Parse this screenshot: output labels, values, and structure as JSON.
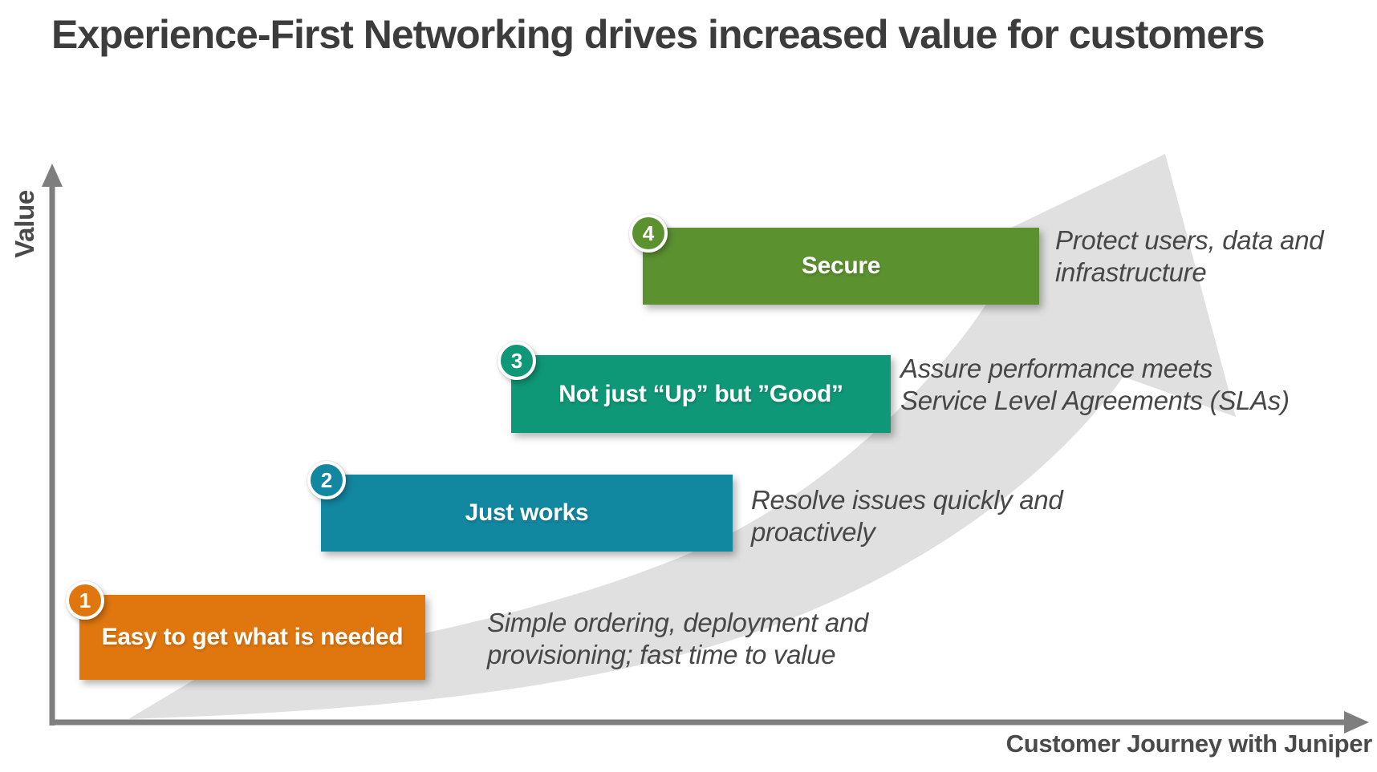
{
  "title": "Experience-First Networking drives increased value for customers",
  "y_axis": {
    "label": "Value"
  },
  "x_axis": {
    "label": "Customer Journey with Juniper"
  },
  "steps": [
    {
      "number": "1",
      "label": "Easy to get what is needed",
      "description": "Simple ordering, deployment and\nprovisioning; fast time to value",
      "color": "#E0770E"
    },
    {
      "number": "2",
      "label": "Just works",
      "description": "Resolve issues quickly and\nproactively",
      "color": "#1287A0"
    },
    {
      "number": "3",
      "label": "Not just “Up” but ”Good”",
      "description": "Assure performance meets\nService Level Agreements (SLAs)",
      "color": "#0F9877"
    },
    {
      "number": "4",
      "label": "Secure",
      "description": "Protect users, data and\ninfrastructure",
      "color": "#5C9130"
    }
  ],
  "colors": {
    "journey_arrow": "#E0E0E0",
    "axis": "#7E7E7E",
    "title_text": "#3C3C3C",
    "annotation_text": "#474747"
  }
}
